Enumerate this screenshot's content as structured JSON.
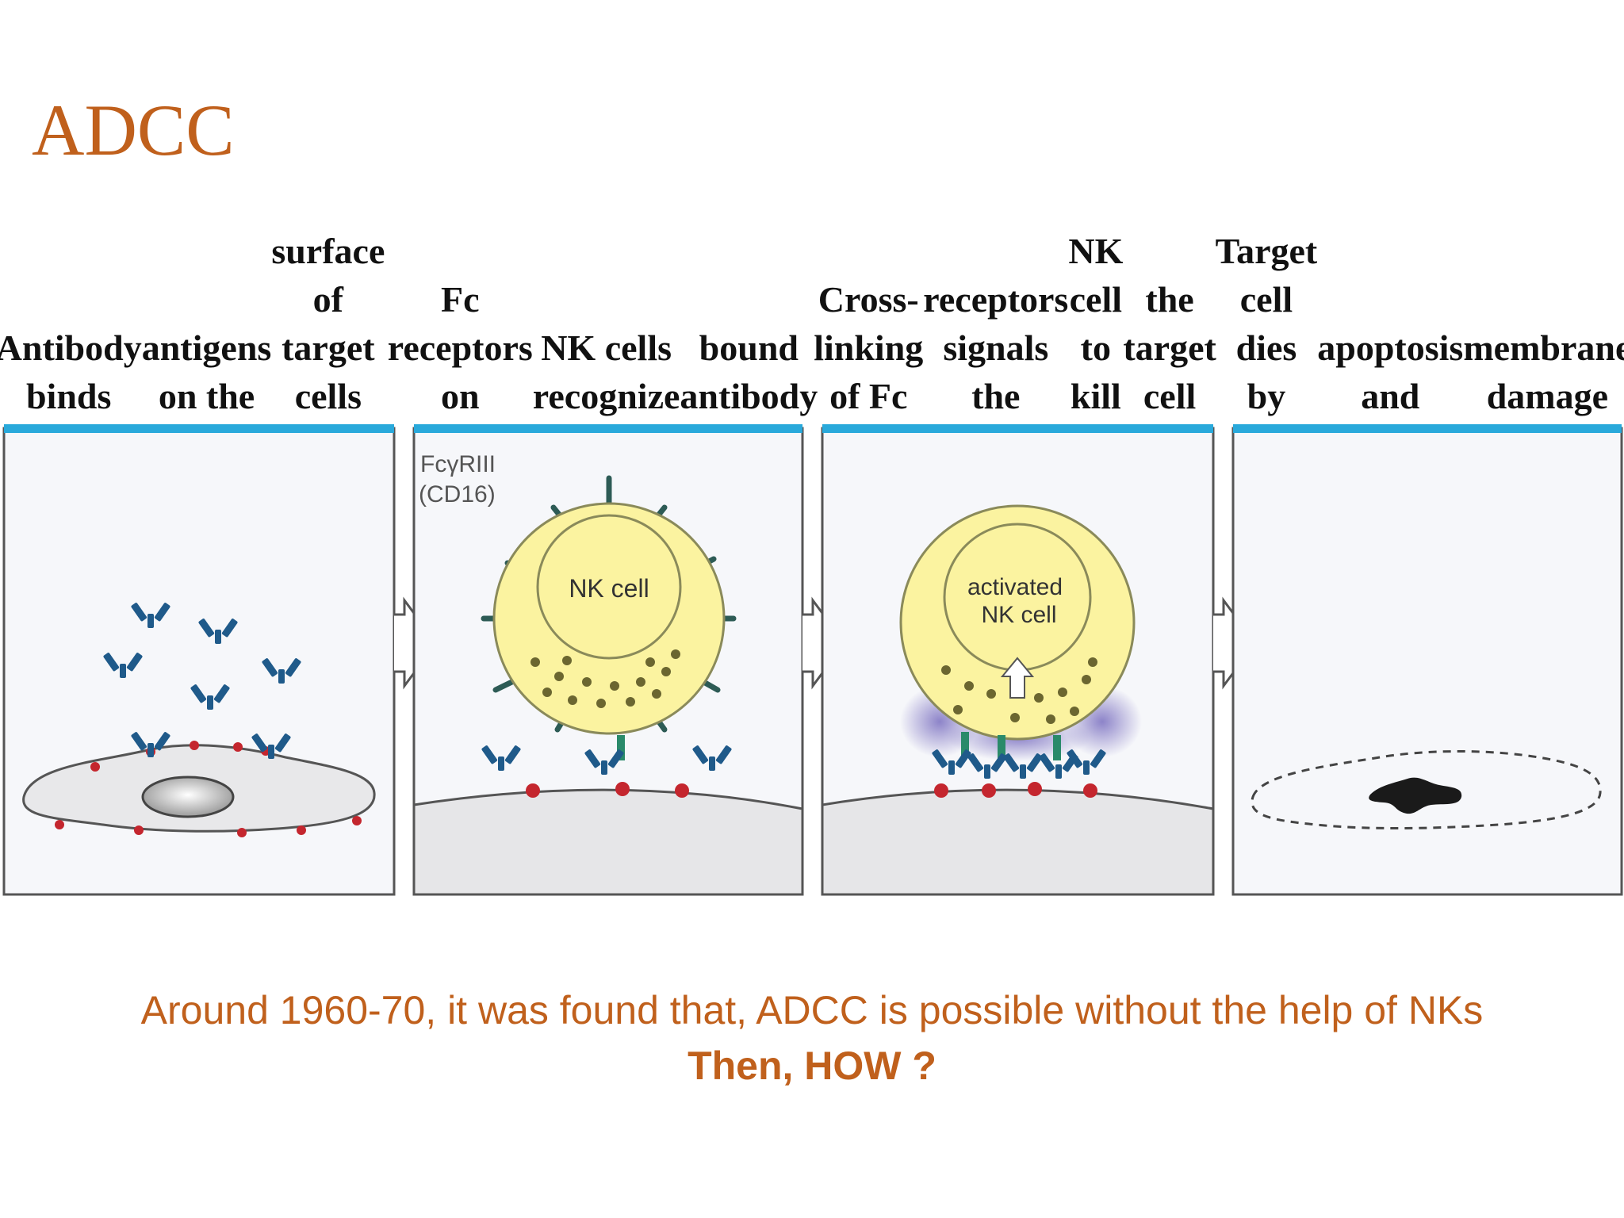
{
  "title": "ADCC",
  "steps": [
    {
      "caption": [
        "Antibody binds",
        "antigens on the",
        "surface of target cells"
      ]
    },
    {
      "caption": [
        "Fc receptors on",
        "NK cells recognize",
        "bound antibody"
      ],
      "labels": {
        "receptor": "FcγRIII",
        "receptor_alt": "(CD16)",
        "cell": "NK  cell"
      }
    },
    {
      "caption": [
        "Cross-linking of Fc",
        "receptors signals the",
        "NK cell to kill",
        "the target cell"
      ],
      "labels": {
        "cell_line1": "activated",
        "cell_line2": "NK cell"
      }
    },
    {
      "caption": [
        "Target cell dies by",
        "apoptosis and",
        "membrane damage"
      ]
    }
  ],
  "footer": {
    "text": "Around 1960-70, it was found that, ADCC is possible without the help of NKs",
    "question": "Then, HOW ?"
  },
  "colors": {
    "title": "#c0601c",
    "panel_bar": "#29a9db",
    "cell_fill": "#fbf3a0",
    "cell_outline": "#8a8a5a",
    "spike": "#2d5b55",
    "antibody": "#1f5a8a",
    "antigen": "#c4262e",
    "granule": "#6b6630",
    "cloud": "#7a6fc0"
  },
  "icons": [
    "antibody-icon",
    "antigen-icon",
    "arrow-right-icon",
    "nk-cell-icon",
    "nucleus-icon"
  ]
}
